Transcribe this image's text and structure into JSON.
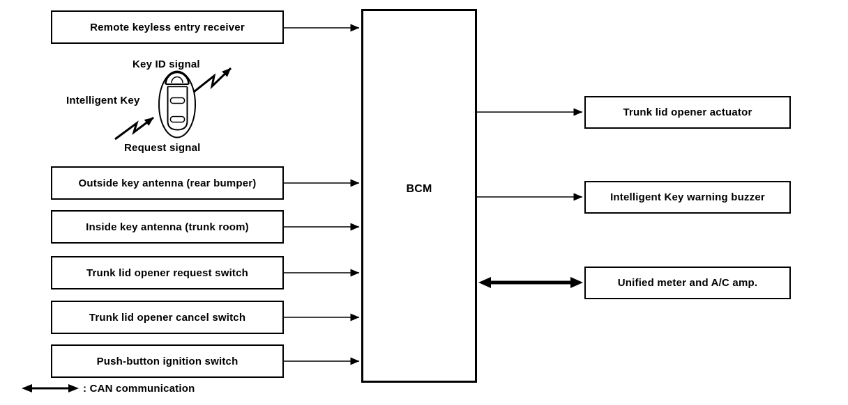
{
  "diagram": {
    "background": "#ffffff",
    "line_color": "#000000",
    "center_node": {
      "label": "BCM"
    },
    "input_nodes": [
      {
        "label": "Remote keyless entry receiver"
      },
      {
        "label": "Outside key antenna (rear bumper)"
      },
      {
        "label": "Inside key antenna (trunk room)"
      },
      {
        "label": "Trunk lid opener request switch"
      },
      {
        "label": "Trunk lid opener cancel switch"
      },
      {
        "label": "Push-button ignition switch"
      }
    ],
    "output_nodes": [
      {
        "label": "Trunk lid opener actuator",
        "connection": "one-way-arrow"
      },
      {
        "label": "Intelligent Key warning buzzer",
        "connection": "one-way-arrow"
      },
      {
        "label": "Unified meter and A/C amp.",
        "connection": "can-two-way-thick-arrow"
      }
    ],
    "intelligent_key": {
      "label": "Intelligent Key",
      "outgoing_signal": "Key ID signal",
      "incoming_signal": "Request signal"
    },
    "legend": {
      "label": ": CAN communication",
      "symbol": "two-way-arrow"
    }
  }
}
